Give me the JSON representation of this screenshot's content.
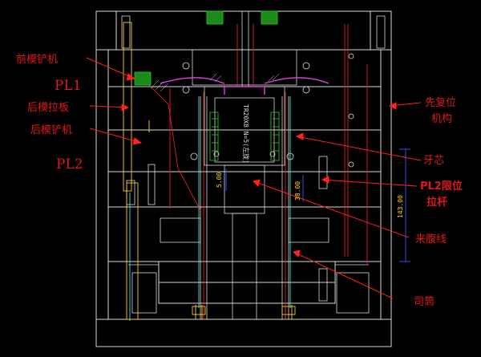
{
  "labels": {
    "front_mold_shovel": "前模铲机",
    "pl1": "PL1",
    "rear_pull_plate": "后模拉板",
    "rear_mold_shovel": "后模铲机",
    "pl2": "PL2",
    "early_reset": "先复位\n机构",
    "thread_core": "牙芯",
    "pl2_limit_rod": "PL2限位\n拉杆",
    "wire": "来腹线",
    "sleeve": "司筒"
  },
  "dimensions": {
    "d1": "5.00",
    "d2": "38.00",
    "d3": "143.00"
  },
  "engraving": "TR20X8 N=5(左旋)",
  "colors": {
    "background": "#000000",
    "line_white": "#d8d8d8",
    "line_red": "#ff2020",
    "line_yellow": "#ffd21a",
    "line_magenta": "#e040e0",
    "line_cyan": "#40e0e0",
    "line_green": "#20c020",
    "line_blue": "#3060ff",
    "label_red": "#e01818"
  }
}
